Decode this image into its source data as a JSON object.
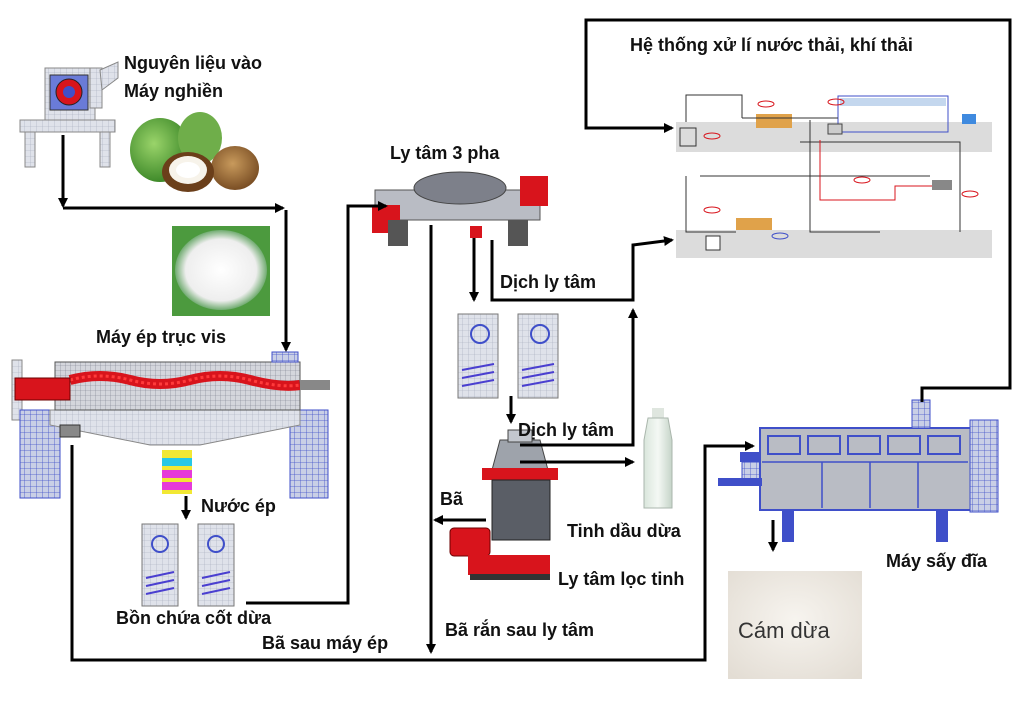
{
  "labels": {
    "raw_material_line1": "Nguyên liệu vào",
    "raw_material_line2": "Máy nghiền",
    "screw_press": "Máy ép trục vis",
    "centrifuge_3phase": "Ly tâm 3 pha",
    "wastewater_system": "Hệ thống xử lí nước thải, khí thải",
    "centrifuge_liquid_1": "Dịch ly tâm",
    "centrifuge_liquid_2": "Dịch ly tâm",
    "press_juice": "Nước ép",
    "residue": "Bã",
    "coconut_oil": "Tinh dầu dừa",
    "purifier_centrifuge": "Ly tâm lọc tinh",
    "coconut_milk_tank": "Bồn chứa cốt dừa",
    "residue_after_press": "Bã sau máy ép",
    "solid_residue_after_centrifuge": "Bã rắn sau ly tâm",
    "disc_dryer": "Máy sấy đĩa",
    "coconut_bran": "Cám dừa"
  },
  "colors": {
    "machine_blue": "#3f4fc9",
    "machine_red": "#d8141c",
    "grid_grey": "#9aa0b0",
    "arrow": "#000000",
    "tank_stripe": "#4a3fd0"
  }
}
